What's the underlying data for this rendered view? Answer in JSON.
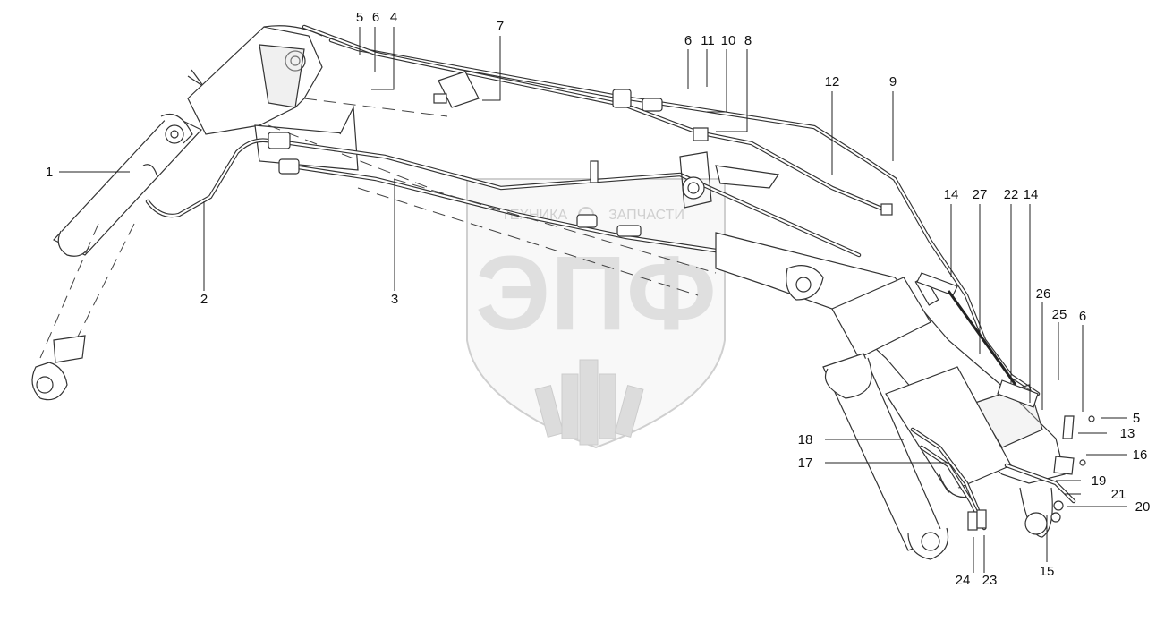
{
  "diagram": {
    "watermark": {
      "brand": "ЭПФ",
      "tagline_left": "ТЕХНИКА",
      "tagline_right": "ЗАПЧАСТИ"
    },
    "callouts": [
      {
        "id": "c1",
        "text": "1"
      },
      {
        "id": "c2",
        "text": "2"
      },
      {
        "id": "c3",
        "text": "3"
      },
      {
        "id": "c4",
        "text": "4"
      },
      {
        "id": "c5a",
        "text": "5"
      },
      {
        "id": "c6a",
        "text": "6"
      },
      {
        "id": "c7",
        "text": "7"
      },
      {
        "id": "c6b",
        "text": "6"
      },
      {
        "id": "c11",
        "text": "11"
      },
      {
        "id": "c10",
        "text": "10"
      },
      {
        "id": "c8",
        "text": "8"
      },
      {
        "id": "c12",
        "text": "12"
      },
      {
        "id": "c9",
        "text": "9"
      },
      {
        "id": "c14a",
        "text": "14"
      },
      {
        "id": "c27",
        "text": "27"
      },
      {
        "id": "c22",
        "text": "22"
      },
      {
        "id": "c14b",
        "text": "14"
      },
      {
        "id": "c26",
        "text": "26"
      },
      {
        "id": "c25",
        "text": "25"
      },
      {
        "id": "c6c",
        "text": "6"
      },
      {
        "id": "c5b",
        "text": "5"
      },
      {
        "id": "c13",
        "text": "13"
      },
      {
        "id": "c16",
        "text": "16"
      },
      {
        "id": "c19",
        "text": "19"
      },
      {
        "id": "c21",
        "text": "21"
      },
      {
        "id": "c20",
        "text": "20"
      },
      {
        "id": "c18",
        "text": "18"
      },
      {
        "id": "c17",
        "text": "17"
      },
      {
        "id": "c24",
        "text": "24"
      },
      {
        "id": "c23",
        "text": "23"
      },
      {
        "id": "c15",
        "text": "15"
      }
    ]
  }
}
